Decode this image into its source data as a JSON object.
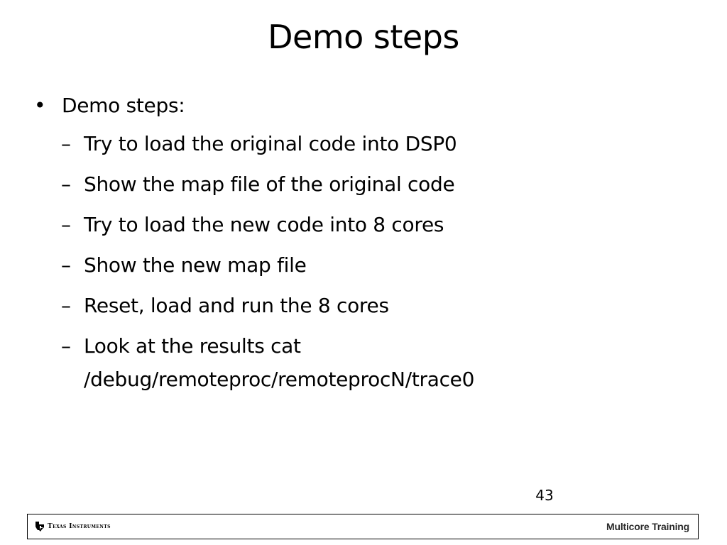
{
  "slide": {
    "title": "Demo steps",
    "bullet": {
      "marker": "•",
      "label": "Demo steps:"
    },
    "sub_items": [
      {
        "marker": "–",
        "text": "Try to load the original code into DSP0"
      },
      {
        "marker": "–",
        "text": "Show the map file of the original code"
      },
      {
        "marker": "–",
        "text": "Try to load the new code into 8 cores"
      },
      {
        "marker": "–",
        "text": "Show the new map file"
      },
      {
        "marker": "–",
        "text": "Reset, load and run the 8 cores"
      },
      {
        "marker": "–",
        "text": "Look at the results  cat",
        "text_line2": "/debug/remoteproc/remoteprocN/trace0"
      }
    ],
    "page_number": "43"
  },
  "footer": {
    "logo_text": "Texas Instruments",
    "logo_icon": "texas-state-icon",
    "label": "Multicore Training",
    "border_color": "#000000"
  }
}
